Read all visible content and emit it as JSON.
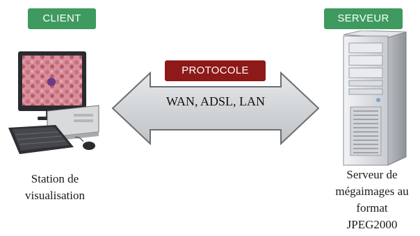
{
  "client": {
    "badge_label": "CLIENT",
    "caption_line1": "Station de",
    "caption_line2": "visualisation"
  },
  "server": {
    "badge_label": "SERVEUR",
    "caption_line1": "Serveur de",
    "caption_line2": "mégaimages au",
    "caption_line3": "format",
    "caption_line4": "JPEG2000"
  },
  "protocol": {
    "badge_label": "PROTOCOLE",
    "networks": "WAN, ADSL, LAN"
  },
  "colors": {
    "client_badge": "#3e9a5e",
    "server_badge": "#3e9a5e",
    "protocol_badge": "#8e1919",
    "arrow_fill": "#cfd2d4",
    "arrow_stroke": "#6a6e72"
  },
  "icons": {
    "client": "desktop-computer-icon",
    "server": "server-tower-icon"
  }
}
